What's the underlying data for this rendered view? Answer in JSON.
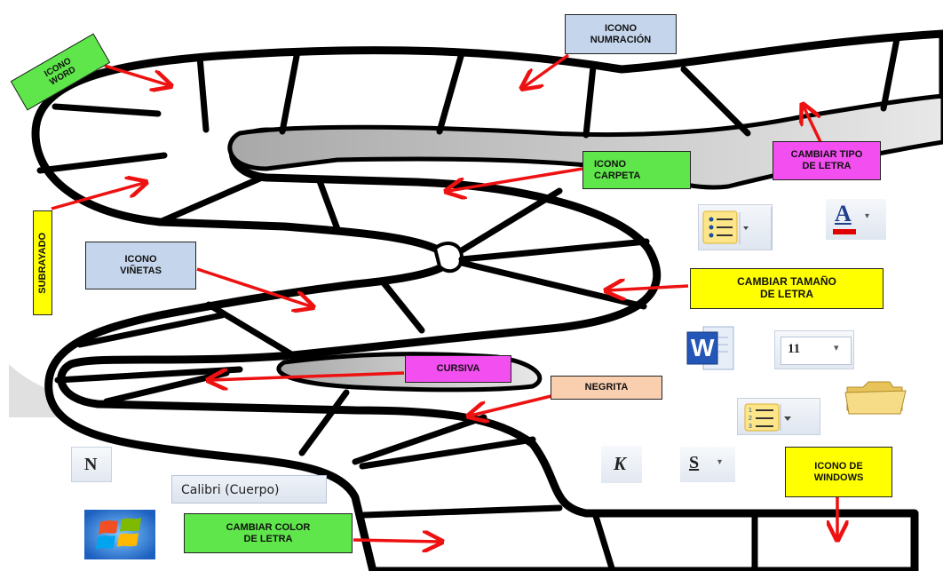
{
  "labels": {
    "icono_word": "ICONO\nWORD",
    "icono_numeracion": "ICONO\nNUMRACIÓN",
    "cambiar_tipo": "CAMBIAR TIPO\nDE LETRA",
    "icono_carpeta": "ICONO\nCARPETA",
    "subrayado": "SUBRAYADO",
    "icono_vinetas": "ICONO\nVIÑETAS",
    "cambiar_tamano": "CAMBIAR TAMAÑO\nDE LETRA",
    "cursiva": "CURSIVA",
    "negrita": "NEGRITA",
    "icono_windows": "ICONO DE\nWINDOWS",
    "cambiar_color": "CAMBIAR COLOR\nDE LETRA"
  },
  "icons": {
    "font_size_value": "11",
    "font_name_value": "Calibri (Cuerpo)",
    "bold_glyph": "N",
    "italic_glyph": "K",
    "underline_glyph": "S",
    "font_color_glyph": "A",
    "word_glyph": "W"
  },
  "colors": {
    "green": "#5ee64a",
    "blue": "#c5d6ec",
    "magenta": "#f24ef0",
    "yellow": "#ffff00",
    "peach": "#f9cfb0",
    "arrow": "#ee1111",
    "track_border": "#000000"
  }
}
